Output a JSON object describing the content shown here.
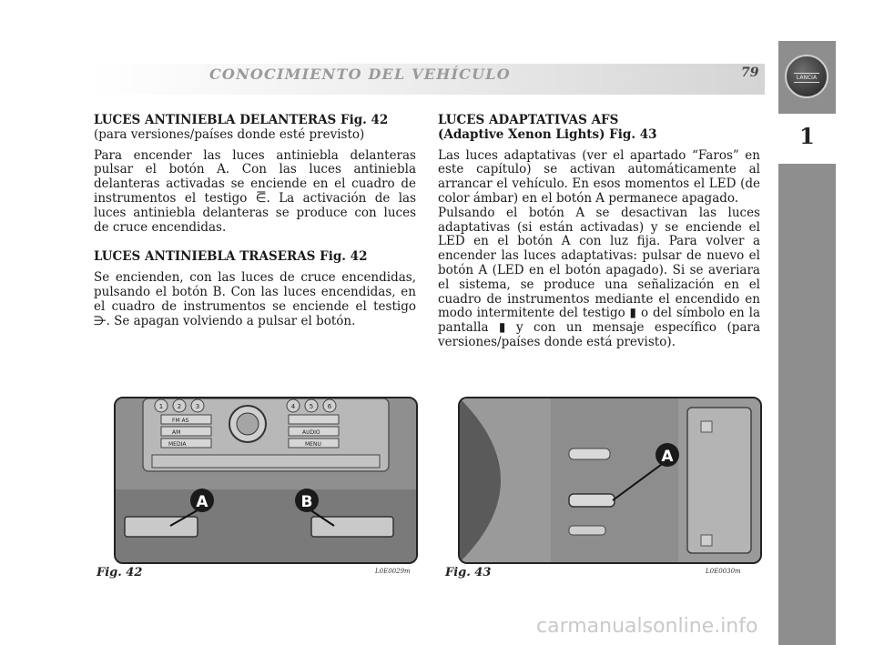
{
  "header": {
    "title": "CONOCIMIENTO DEL VEHÍCULO",
    "page_number": "79"
  },
  "side_tab": {
    "logo_text": "LANCIA",
    "chapter": "1"
  },
  "left_column": {
    "section1_title": "LUCES ANTINIEBLA DELANTERAS Fig. 42",
    "section1_subtitle": "(para versiones/países donde esté previsto)",
    "section1_body": "Para encender las luces antiniebla delanteras pulsar el botón A. Con las luces antiniebla delanteras activadas se enciende en el cuadro de instrumentos el testigo ⋶. La activación de las luces antiniebla delanteras se produce con luces de cruce encendidas.",
    "section2_title": "LUCES ANTINIEBLA TRASERAS Fig. 42",
    "section2_body": "Se encienden, con las luces de cruce encendidas, pulsando el botón B. Con las luces encendidas, en el cuadro de instrumentos se enciende el testigo ⋺. Se apagan volviendo a pulsar el botón."
  },
  "right_column": {
    "title_line1": "LUCES ADAPTATIVAS AFS",
    "title_line2": "(Adaptive Xenon Lights) Fig. 43",
    "para1": "Las luces adaptativas (ver el apartado “Faros” en este capítulo) se activan automáticamente al arrancar el vehículo. En esos momentos el LED (de color ámbar) en el botón A permanece apagado.",
    "para2": "Pulsando el botón A se desactivan las luces adaptativas (si están activadas) y se enciende el LED en el botón A con luz fija. Para volver a encender las luces adaptativas: pulsar de nuevo el botón A (LED en el botón apagado). Si se averiara el sistema, se produce una señalización en el cuadro de instrumentos mediante el encendido en modo intermitente del testigo ▮ o del símbolo en la pantalla ▮ y con un mensaje específico (para versiones/países donde está previsto)."
  },
  "figures": {
    "fig42": {
      "caption": "Fig. 42",
      "code": "L0E0029m",
      "button_a": "A",
      "button_b": "B",
      "radio_keys": [
        "1",
        "2",
        "3",
        "4",
        "5",
        "6"
      ],
      "labels": [
        "FM AS",
        "AM",
        "MEDIA",
        "AUDIO",
        "MENU"
      ]
    },
    "fig43": {
      "caption": "Fig. 43",
      "code": "L0E0030m",
      "button_a": "A"
    }
  },
  "watermark": "carmanualsonline.info",
  "colors": {
    "side_tab": "#8e8e8e",
    "header_title": "#9a9a9a",
    "callout": "#1a1a1a"
  }
}
